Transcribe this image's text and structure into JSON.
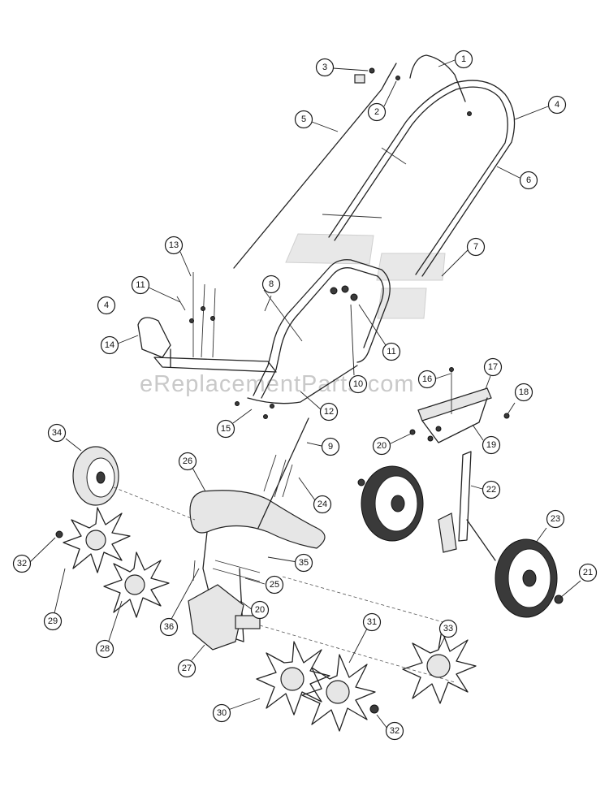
{
  "watermark": "eReplacementParts.com",
  "callouts": [
    {
      "id": "c1",
      "label": "1"
    },
    {
      "id": "c2",
      "label": "2"
    },
    {
      "id": "c3",
      "label": "3"
    },
    {
      "id": "c4a",
      "label": "4"
    },
    {
      "id": "c4b",
      "label": "4"
    },
    {
      "id": "c5",
      "label": "5"
    },
    {
      "id": "c6",
      "label": "6"
    },
    {
      "id": "c7",
      "label": "7"
    },
    {
      "id": "c8",
      "label": "8"
    },
    {
      "id": "c9",
      "label": "9"
    },
    {
      "id": "c10",
      "label": "10"
    },
    {
      "id": "c11a",
      "label": "11"
    },
    {
      "id": "c11b",
      "label": "11"
    },
    {
      "id": "c12",
      "label": "12"
    },
    {
      "id": "c13",
      "label": "13"
    },
    {
      "id": "c14",
      "label": "14"
    },
    {
      "id": "c15",
      "label": "15"
    },
    {
      "id": "c16",
      "label": "16"
    },
    {
      "id": "c17",
      "label": "17"
    },
    {
      "id": "c18",
      "label": "18"
    },
    {
      "id": "c19",
      "label": "19"
    },
    {
      "id": "c20a",
      "label": "20"
    },
    {
      "id": "c20b",
      "label": "20"
    },
    {
      "id": "c21",
      "label": "21"
    },
    {
      "id": "c22",
      "label": "22"
    },
    {
      "id": "c23",
      "label": "23"
    },
    {
      "id": "c24",
      "label": "24"
    },
    {
      "id": "c25",
      "label": "25"
    },
    {
      "id": "c26",
      "label": "26"
    },
    {
      "id": "c27",
      "label": "27"
    },
    {
      "id": "c28",
      "label": "28"
    },
    {
      "id": "c29",
      "label": "29"
    },
    {
      "id": "c30",
      "label": "30"
    },
    {
      "id": "c31",
      "label": "31"
    },
    {
      "id": "c32a",
      "label": "32"
    },
    {
      "id": "c32b",
      "label": "32"
    },
    {
      "id": "c33",
      "label": "33"
    },
    {
      "id": "c34",
      "label": "34"
    },
    {
      "id": "c35",
      "label": "35"
    },
    {
      "id": "c36",
      "label": "36"
    }
  ]
}
